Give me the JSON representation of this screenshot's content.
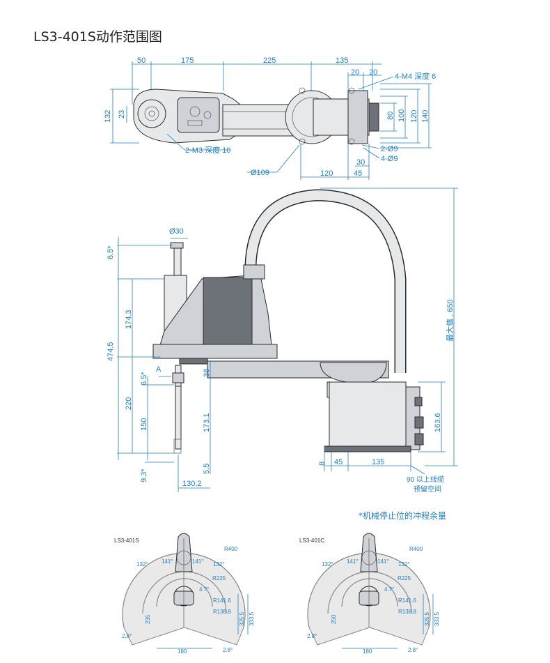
{
  "title": "LS3-401S动作范围图",
  "top_view": {
    "dims_top": [
      "50",
      "175",
      "225",
      "135"
    ],
    "dims_small": [
      "20",
      "20"
    ],
    "dim_left": [
      "132",
      "23"
    ],
    "dims_right": [
      "80",
      "100",
      "120",
      "140"
    ],
    "dims_bottom": [
      "120",
      "45",
      "30"
    ],
    "label_m4": "4-M4 深度 6",
    "label_m3": "2-M3 深度 10",
    "label_phi109": "Ø109",
    "label_2phi9": "2-Ø9",
    "label_4phi9": "4-Ø9"
  },
  "side_view": {
    "phi30": "Ø30",
    "dims_left": [
      "6.5*",
      "474.5",
      "174.3",
      "220",
      "6.5*",
      "150",
      "9.3*"
    ],
    "dims_mid": [
      "38",
      "173.1",
      "5.5"
    ],
    "dim_130_2": "130.2",
    "label_a": "A",
    "dims_base": [
      "8",
      "45",
      "135"
    ],
    "dim_163_6": "163.6",
    "max_label": "最大值 . 650",
    "cable_note_1": "90 以上线缆",
    "cable_note_2": "预留空间"
  },
  "mech_note": "*机械停止位的冲程余量",
  "range_left": {
    "label": "LS3-401S",
    "angles": [
      "132°",
      "141°",
      "141°",
      "132°"
    ],
    "radii": [
      "R400",
      "R225",
      "R141.6",
      "R138.8"
    ],
    "dims": [
      "235",
      "325.5",
      "333.5",
      "180",
      "2.8°",
      "2.8°",
      "4.7°"
    ]
  },
  "range_right": {
    "label": "LS3-401C",
    "angles": [
      "132°",
      "141°",
      "141°",
      "132°"
    ],
    "radii": [
      "R400",
      "R225",
      "R141.6",
      "R138.8"
    ],
    "dims": [
      "250",
      "325.5",
      "333.5",
      "180",
      "2.8°",
      "2.8°",
      "4.7°"
    ]
  }
}
